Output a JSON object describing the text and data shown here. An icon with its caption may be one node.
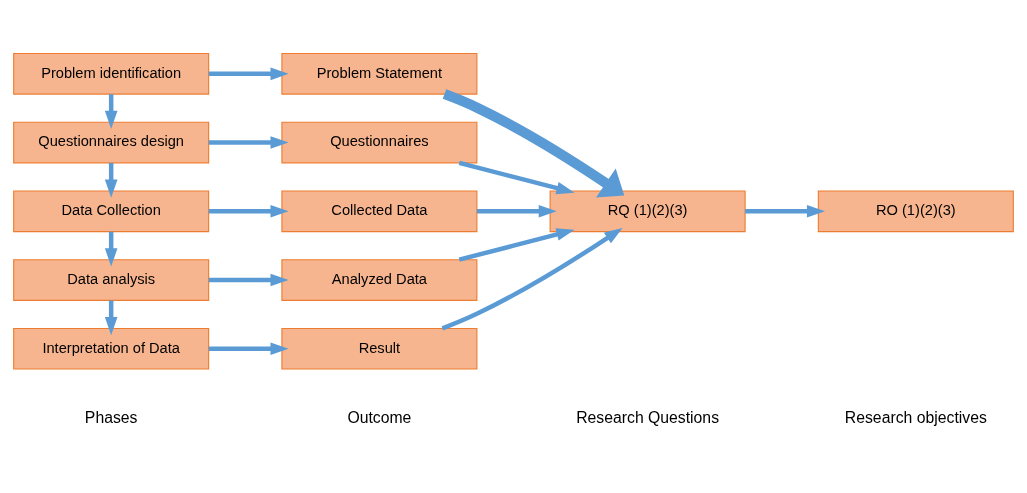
{
  "diagram": {
    "nodes": [
      {
        "text": [
          "Problem identification"
        ]
      },
      {
        "text": [
          "Questionnaires design"
        ]
      },
      {
        "text": [
          "Data Collection"
        ]
      },
      {
        "text": [
          "Data analysis"
        ]
      },
      {
        "text": [
          "Interpretation of Data"
        ]
      },
      {
        "text": [
          "Problem Statement"
        ]
      },
      {
        "text": [
          "Questionnaires"
        ]
      },
      {
        "text": [
          "Collected Data"
        ]
      },
      {
        "text": [
          "Analyzed Data"
        ]
      },
      {
        "text": [
          "Result"
        ]
      },
      {
        "text": [
          "RQ (1)(2)(3)"
        ]
      },
      {
        "text": [
          "RO (1)(2)(3)"
        ]
      }
    ],
    "edges": [
      {
        "from": 0,
        "to": 1,
        "arrow": "to"
      },
      {
        "from": 1,
        "to": 2,
        "arrow": "to"
      },
      {
        "from": 2,
        "to": 3,
        "arrow": "to"
      },
      {
        "from": 3,
        "to": 4,
        "arrow": "to"
      },
      {
        "from": 0,
        "to": 5,
        "arrow": "to"
      },
      {
        "from": 1,
        "to": 6,
        "arrow": "to"
      },
      {
        "from": 2,
        "to": 7,
        "arrow": "to"
      },
      {
        "from": 3,
        "to": 8,
        "arrow": "to"
      },
      {
        "from": 4,
        "to": 9,
        "arrow": "to"
      },
      {
        "from": 5,
        "to": 10,
        "arrow": "to",
        "style": "thick"
      },
      {
        "from": 6,
        "to": 10,
        "arrow": "to"
      },
      {
        "from": 7,
        "to": 10,
        "arrow": "to"
      },
      {
        "from": 8,
        "to": 10,
        "arrow": "to"
      },
      {
        "from": 9,
        "to": 10,
        "arrow": "to"
      },
      {
        "from": 10,
        "to": 11,
        "arrow": "to"
      }
    ],
    "labels": [
      "Phases",
      "Outcome",
      "Research Questions",
      "Research objectives"
    ]
  }
}
